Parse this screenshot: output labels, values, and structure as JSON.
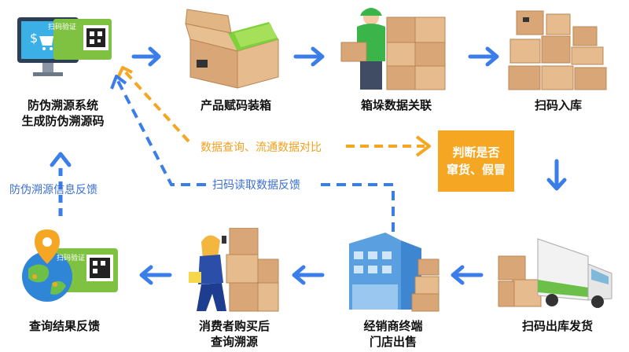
{
  "nodes": {
    "system": {
      "line1": "防伪溯源系统",
      "line2": "生成防伪溯源码"
    },
    "packing": {
      "label": "产品赋码装箱"
    },
    "stack": {
      "label": "箱垛数据关联"
    },
    "warehouse_in": {
      "label": "扫码入库"
    },
    "ship": {
      "label": "扫码出库发货"
    },
    "store": {
      "line1": "经销商终端",
      "line2": "门店出售"
    },
    "consumer": {
      "line1": "消费者购买后",
      "line2": "查询溯源"
    },
    "feedback": {
      "label": "查询结果反馈"
    }
  },
  "card_text": "扫码验证",
  "judge": {
    "line1": "判断是否",
    "line2": "窜货、假冒"
  },
  "flows": {
    "query_compare": "数据查询、流通数据对比",
    "scan_read": "扫码读取数据反馈",
    "info_feedback": "防伪溯源信息反馈"
  },
  "colors": {
    "arrow_blue": "#3b7de9",
    "arrow_orange": "#f5a623",
    "judge_bg": "#f5a623",
    "label_blue": "#3b6fd1",
    "label_orange": "#f0a020"
  }
}
